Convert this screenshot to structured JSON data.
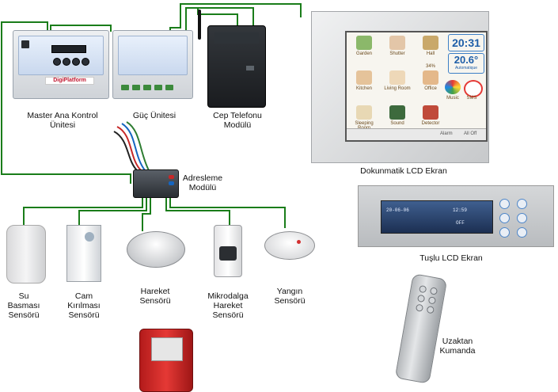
{
  "labels": {
    "master": [
      "Master Ana Kontrol",
      "Ünitesi"
    ],
    "power": [
      "Güç Ünitesi"
    ],
    "gsm": [
      "Cep Telefonu",
      "Modülü"
    ],
    "address": [
      "Adresleme",
      "Modülü"
    ],
    "touch_lcd": "Dokunmatik LCD Ekran",
    "button_lcd": "Tuşlu LCD Ekran",
    "remote": [
      "Uzaktan",
      "Kumanda"
    ],
    "water": [
      "Su",
      "Basması",
      "Sensörü"
    ],
    "glass": [
      "Cam",
      "Kırılması",
      "Sensörü"
    ],
    "motion": [
      "Hareket",
      "Sensörü"
    ],
    "microwave": [
      "Mikrodalga",
      "Hareket",
      "Sensörü"
    ],
    "fire": [
      "Yangın",
      "Sensörü"
    ]
  },
  "device_text": {
    "master_brand": "DigiPlatform",
    "touch_screen": {
      "clock": "20:31",
      "temperature": "20.6°",
      "temperature_mode": "Automatique",
      "humidity": "34%",
      "tiles": [
        "Garden",
        "Shutter",
        "Hall",
        "Kitchen",
        "Living Room",
        "Office",
        "Music",
        "SMS",
        "Sleeping Room",
        "Sound",
        "Detector"
      ],
      "bottom_bar": [
        "Alarm",
        "All Off"
      ]
    },
    "button_screen": {
      "line1": "20-06-06",
      "line2": "12:59",
      "line3": "OFF"
    }
  },
  "colors": {
    "wire": "#1a7d1a",
    "sensor_bg": "#e8e8ea"
  },
  "icons": [
    "antenna-icon",
    "alarm-siren-icon"
  ]
}
